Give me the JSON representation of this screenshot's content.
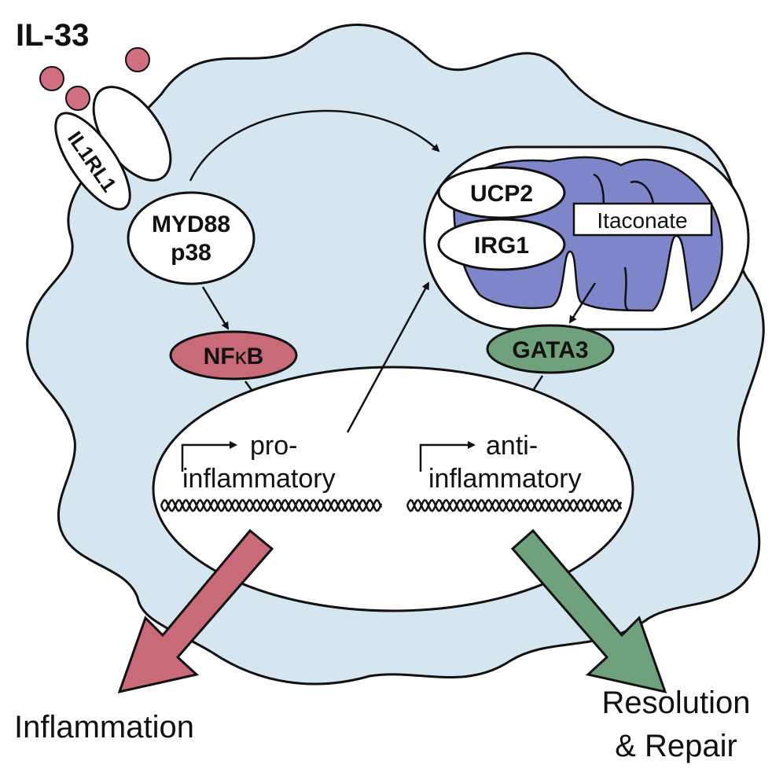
{
  "ligand": {
    "label": "IL-33"
  },
  "receptor": {
    "label": "IL1RL1"
  },
  "adaptor": {
    "line1": "MYD88",
    "line2": "p38"
  },
  "transcription_factors": {
    "nfkb": {
      "prefix": "NF",
      "kappa": "κ",
      "suffix": "B",
      "color": "#c96a78"
    },
    "gata3": {
      "label": "GATA3",
      "color": "#6fa27c"
    }
  },
  "mitochondrion": {
    "ucp2": "UCP2",
    "irg1": "IRG1",
    "itaconate": "Itaconate",
    "matrix_color": "#7e85c8"
  },
  "nucleus": {
    "pro": {
      "line1": "pro-",
      "line2": "inflammatory"
    },
    "anti": {
      "line1": "anti-",
      "line2": "inflammatory"
    }
  },
  "outcomes": {
    "inflammation": "Inflammation",
    "resolution_line1": "Resolution",
    "resolution_line2": "& Repair"
  },
  "colors": {
    "cell": "#d6e6f1",
    "ligand": "#cf6f80",
    "pro_arrow": "#c96a78",
    "anti_arrow": "#6fa27c"
  }
}
